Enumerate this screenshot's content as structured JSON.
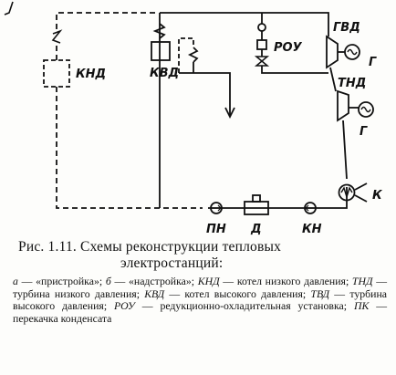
{
  "diagram": {
    "labels": {
      "knd": "КНД",
      "kvd": "КВД",
      "rou": "РОУ",
      "gvd": "ГВД",
      "tnd": "ТНД",
      "g_upper": "Г",
      "g_lower": "Г",
      "k": "К",
      "pn": "ПН",
      "d": "Д",
      "kn": "КН"
    },
    "colors": {
      "ink": "#111111",
      "paper": "#fdfdfb"
    }
  },
  "caption": {
    "title_line1": "Рис. 1.11. Схемы реконструкции тепловых",
    "title_line2": "электростанций:",
    "legend": [
      {
        "key": "а",
        "text": "«пристройка»; "
      },
      {
        "key": "б",
        "text": "«надстройка»; "
      },
      {
        "key": "КНД",
        "text": "котел низкого давления; "
      },
      {
        "key": "ТНД",
        "text": "турбина низкого давления; "
      },
      {
        "key": "КВД",
        "text": "котел высокого давления; "
      },
      {
        "key": "ТВД",
        "text": "турбина высокого давления; "
      },
      {
        "key": "РОУ",
        "text": "редукционно-охладительная установка; "
      },
      {
        "key": "ПК",
        "text": "перекачка конденсата"
      }
    ]
  }
}
